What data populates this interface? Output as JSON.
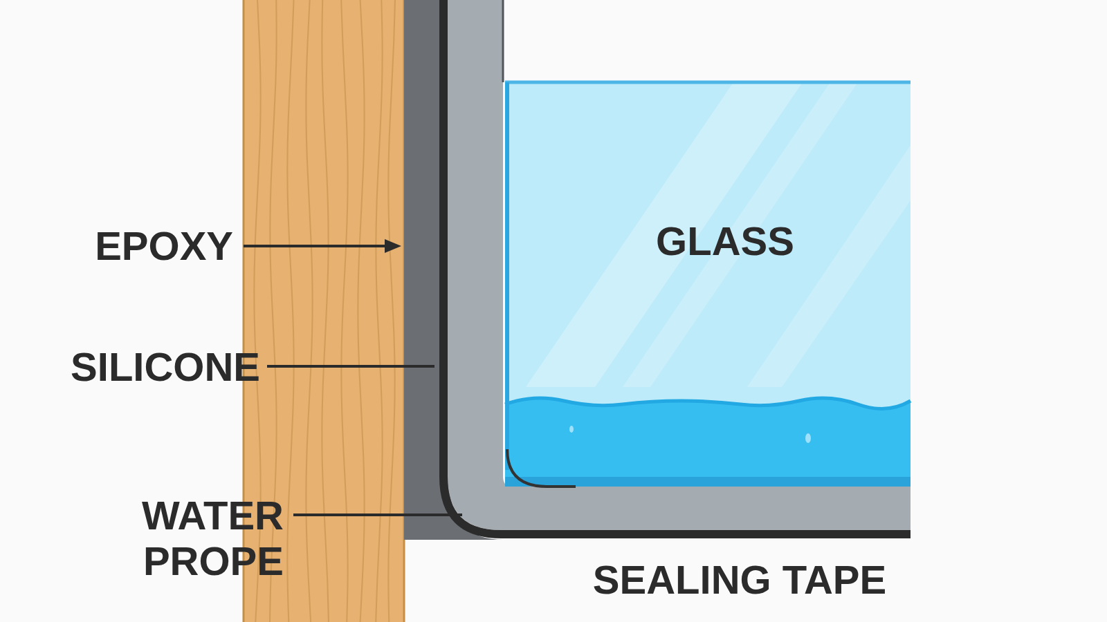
{
  "diagram": {
    "labels": [
      "EPOXY",
      "SILICONE",
      "WATER PROPE",
      "GLASS",
      "SEALING TAPE"
    ]
  }
}
